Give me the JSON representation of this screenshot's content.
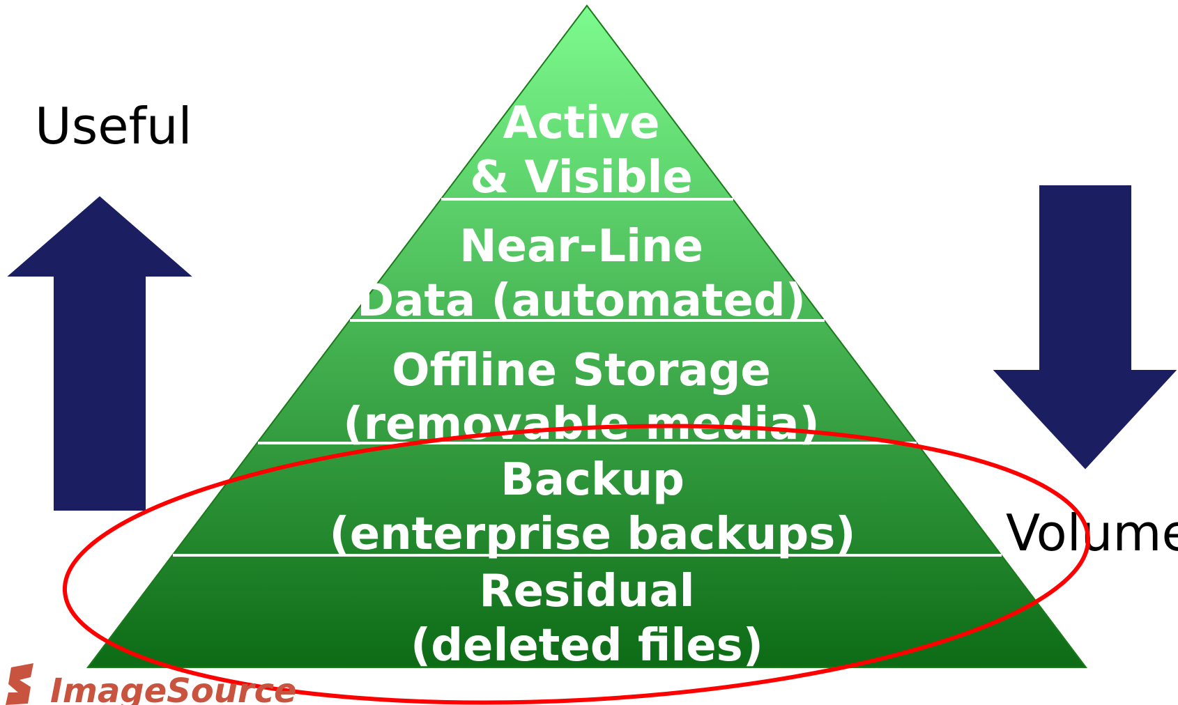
{
  "labels": {
    "up_arrow": "Useful",
    "down_arrow": "Volume"
  },
  "layers": [
    {
      "line1": "Active",
      "line2": "& Visible"
    },
    {
      "line1": "Near-Line",
      "line2": "Data (automated)"
    },
    {
      "line1": "Offline Storage",
      "line2": "(removable media)"
    },
    {
      "line1": "Backup",
      "line2": "(enterprise backups)"
    },
    {
      "line1": "Residual",
      "line2": "(deleted files)"
    }
  ],
  "logo": {
    "text": "ImageSource"
  },
  "colors": {
    "pyramid_top": "#7dfb8e",
    "pyramid_bottom": "#0d6b16",
    "pyramid_outline": "#1a7a1a",
    "layer_divider": "#ffffff",
    "arrow_fill": "#1b1f62",
    "highlight_ellipse": "#ff0000",
    "logo_color": "#c8543f"
  }
}
